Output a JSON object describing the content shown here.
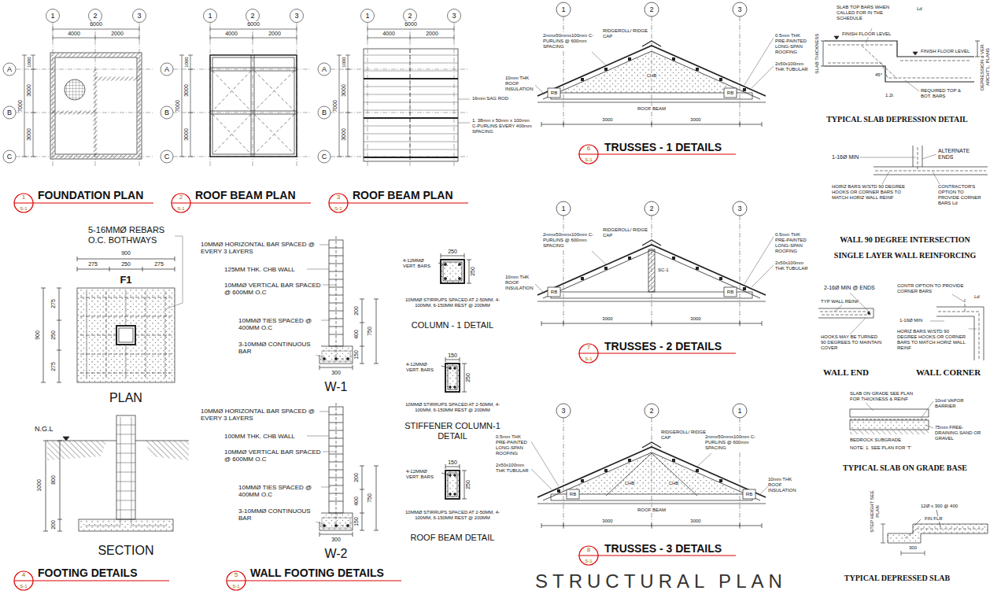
{
  "diagram": {
    "title": "STRUCTURAL PLAN",
    "labels": [
      "1",
      "2",
      "3",
      "A",
      "B",
      "C",
      "6000",
      "4000",
      "2000",
      "1000",
      "3000",
      "3000",
      "7000",
      "1",
      "S-1",
      "FOUNDATION PLAN",
      "1",
      "2",
      "3",
      "A",
      "B",
      "C",
      "6000",
      "4000",
      "2000",
      "1000",
      "3000",
      "3000",
      "7000",
      "2",
      "S-1",
      "ROOF BEAM PLAN",
      "1",
      "2",
      "3",
      "A",
      "B",
      "C",
      "6000",
      "4000",
      "2000",
      "1000",
      "3000",
      "3000",
      "7000",
      "3",
      "S-1",
      "ROOF BEAM PLAN",
      "16mm SAG ROD",
      "1. 38mm x 50mm x 100mm C-PURLINS EVERY 400mm SPACING",
      "5-16MMØ REBARS O.C. BOTHWAYS",
      "F1",
      "900",
      "275",
      "250",
      "275",
      "275",
      "250",
      "275",
      "900",
      "PLAN",
      "N.G.L",
      "800",
      "1000",
      "200",
      "SECTION",
      "4",
      "S-1",
      "FOOTING DETAILS",
      "10MMØ HORIZONTAL BAR SPACED @ EVERY 3 LAYERS",
      "125MM THK. CHB WALL",
      "10MMØ VERTICAL BAR SPACED @ 600MM O.C",
      "10MMØ TIES SPACED @ 400MM O.C",
      "3-10MMØ CONTINUOUS BAR",
      "200",
      "400",
      "150",
      "750",
      "300",
      "W-1",
      "10MMØ HORIZONTAL BAR SPACED @ EVERY 3 LAYERS",
      "100MM THK. CHB WALL",
      "10MMØ VERTICAL BAR SPACED @ 600MM O.C",
      "10MMØ TIES SPACED @ 400MM O.C",
      "3-10MMØ CONTINUOUS BAR",
      "200",
      "400",
      "150",
      "750",
      "300",
      "W-2",
      "5",
      "S-1",
      "WALL FOOTING DETAILS",
      "4-12MMØ VERT. BARS",
      "250",
      "250",
      "10MMØ STIRRUPS SPACED AT 2-50MM, 4-100MM, 6-150MM REST @ 200MM",
      "COLUMN - 1 DETAIL",
      "4-12MMØ VERT. BARS",
      "150",
      "250",
      "10MMØ STIRRUPS SPACED AT 2-50MM, 4-100MM, 6-150MM REST @ 200MM",
      "STIFFENER COLUMN-1 DETAIL",
      "4-12MMØ VERT. BARS",
      "150",
      "250",
      "10MMØ STIRRUPS SPACED AT 2-50MM, 4-100MM, 6-150MM REST @ 200MM",
      "ROOF BEAM DETAIL",
      "1",
      "2",
      "3",
      "RIDGEROLL/ RIDGE CAP",
      "2mmx50mmx100mm C-PURLINS @ 600mm SPACING",
      "0.5mm THK PRE-PAINTED LONG-SPAN ROOFING",
      "2x50x100mm THK TUBULAR",
      "10mm THK ROOF INSULATION",
      "RB",
      "RB",
      "CHB",
      "ROOF BEAM",
      "3000",
      "3000",
      "6",
      "S-1",
      "TRUSSES - 1 DETAILS",
      "1",
      "2",
      "3",
      "RIDGEROLL/ RIDGE CAP",
      "2mmx50mmx100mm C-PURLINS @ 600mm SPACING",
      "0.5mm THK PRE-PAINTED LONG-SPAN ROOFING",
      "2x50x100mm THK TUBULAR",
      "10mm THK ROOF INSULATION",
      "RB",
      "RB",
      "SC-1",
      "3000",
      "3000",
      "7",
      "S-1",
      "TRUSSES - 2 DETAILS",
      "3",
      "2",
      "1",
      "RIDGEROLL/ RIDGE CAP",
      "2mmx50mmx100mm C-PURLINS @ 600mm SPACING",
      "0.5mm THK PRE-PAINTED LONG-SPAN ROOFING",
      "2x50x100mm THK TUBULAR",
      "10mm THK ROOF INSULATION",
      "RB",
      "RB",
      "CHB",
      "CHB",
      "ROOF BEAM",
      "3000",
      "3000",
      "8",
      "S-1",
      "TRUSSES - 3 DETAILS",
      "SLAB TOP BARS WHEN CALLED FOR IN THE SCHEDULE",
      "Ld",
      "FINISH FLOOR LEVEL",
      "FINISH FLOOR LEVEL",
      "SLAB THICKNESS",
      "DEPRESSION d VER. ARCHT'L. PLANS",
      "45°",
      "REQUIRED TOP & BOT. BARS",
      "1.2t",
      "TYPICAL SLAB DEPRESSION DETAIL",
      "1-16Ø MIN",
      "ALTERNATE ENDS",
      "HORIZ BARS W/STD 90 DEGREE HOOKS OR CORNER BARS TO MATCH HORIZ WALL REINF",
      "CONTRACTOR'S OPTION TO PROVIDE CORNER BARS Ld",
      "WALL 90 DEGREE INTERSECTION",
      "SINGLE LAYER WALL REINFORCING",
      "2-16Ø MIN @ ENDS",
      "TYP WALL REINF",
      "HOOKS MAY BE TURNED 90 DEGREES TO MAINTAIN COVER",
      "CONTR OPTION TO PROVIDE CORNER BARS",
      "Ld",
      "1-16Ø MIN",
      "HORIZ BARS W/STD 90 DEGREE HOOKS OR CORNER BARS TO MATCH HORIZ WALL REINF",
      "WALL END",
      "WALL CORNER",
      "SLAB ON GRADE SEE PLAN FOR THICKNESS & REINF",
      "10mil VAPOR BARRIER",
      "BEDROCK SUBGRADE",
      "75mm FREE-DRAINING SAND OR GRAVEL",
      "NOTE: 1. SEE PLAN FOR 'T'",
      "TYPICAL SLAB ON GRADE BASE",
      "STEP HEIGHT SEE PLAN",
      "12Ø x 300 @ 400",
      "FIN FLR",
      "300",
      "TYPICAL DEPRESSED SLAB"
    ]
  }
}
